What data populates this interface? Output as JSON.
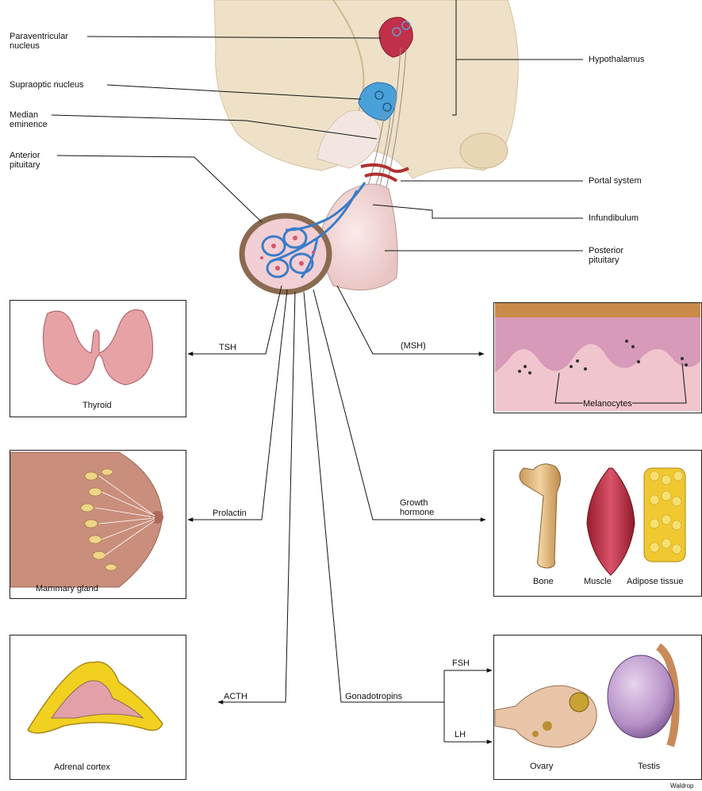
{
  "labels": {
    "paraventricular": "Paraventricular",
    "paraventricular_2": "nucleus",
    "hypothalamus": "Hypothalamus",
    "supraoptic": "Supraoptic nucleus",
    "median": "Median",
    "median_2": "eminence",
    "anterior": "Anterior",
    "anterior_2": "pituitary",
    "portal": "Portal system",
    "infundibulum": "Infundibulum",
    "posterior": "Posterior",
    "posterior_2": "pituitary"
  },
  "hormones": {
    "tsh": "TSH",
    "msh": "(MSH)",
    "prolactin": "Prolactin",
    "growth": "Growth",
    "growth_2": "hormone",
    "acth": "ACTH",
    "gonadotropins": "Gonadotropins",
    "fsh": "FSH",
    "lh": "LH"
  },
  "targets": {
    "thyroid": "Thyroid",
    "melanocytes": "Melanocytes",
    "mammary": "Mammary gland",
    "bone": "Bone",
    "muscle": "Muscle",
    "adipose": "Adipose tissue",
    "adrenal": "Adrenal cortex",
    "ovary": "Ovary",
    "testis": "Testis"
  },
  "credit": "Waldrop",
  "colors": {
    "brain": "#eedfc4",
    "paraventricular": "#c0304a",
    "supraoptic": "#4aa0d8",
    "portal_vessels": "#b03030",
    "capillaries": "#3a7cc8",
    "pituitary": "#f3dcd8",
    "thyroid": "#e7a2a6",
    "skin": "#e6a9b8",
    "adrenal": "#f2d020",
    "fat": "#f0c830"
  }
}
